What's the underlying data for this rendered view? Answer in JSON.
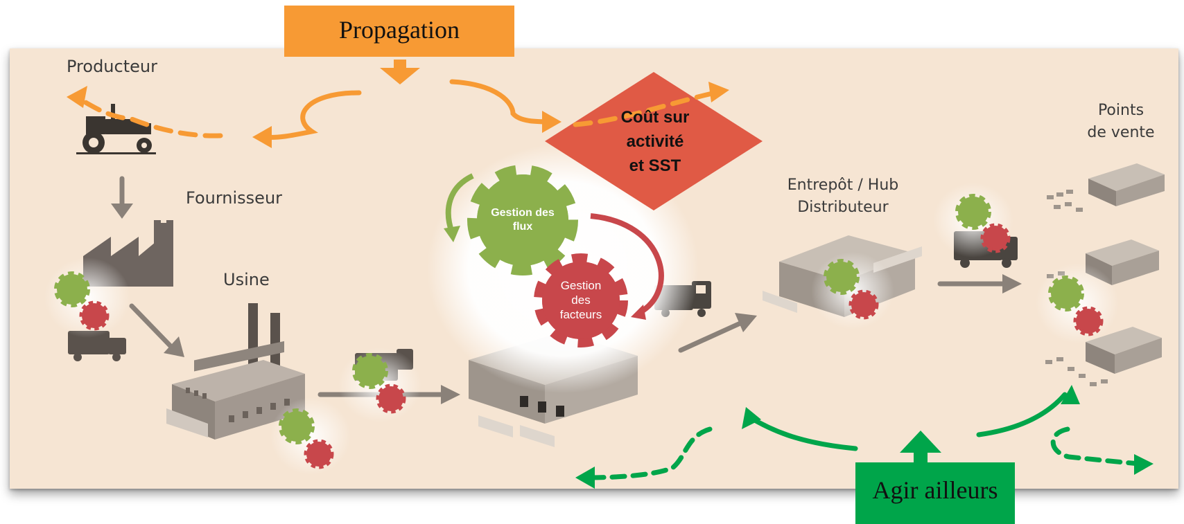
{
  "callouts": {
    "propagation": "Propagation",
    "agir_ailleurs": "Agir ailleurs"
  },
  "cost_box": {
    "line1": "Coût sur",
    "line2": "activité",
    "line3": "et SST"
  },
  "nodes": {
    "producteur": "Producteur",
    "fournisseur": "Fournisseur",
    "usine": "Usine",
    "entrepot_line1": "Entrepôt / Hub",
    "entrepot_line2": "Distributeur",
    "points_line1": "Points",
    "points_line2": "de vente"
  },
  "gears": {
    "flux_line1": "Gestion des",
    "flux_line2": "flux",
    "facteurs_line1": "Gestion",
    "facteurs_line2": "des",
    "facteurs_line3": "facteurs"
  },
  "colors": {
    "panel_bg": "#f6e5d3",
    "propagation": "#f79a34",
    "agir": "#00a54a",
    "cost": "#e05a45",
    "gear_green": "#8cb04c",
    "gear_red": "#c8474b",
    "machinery": "#6e6560"
  }
}
